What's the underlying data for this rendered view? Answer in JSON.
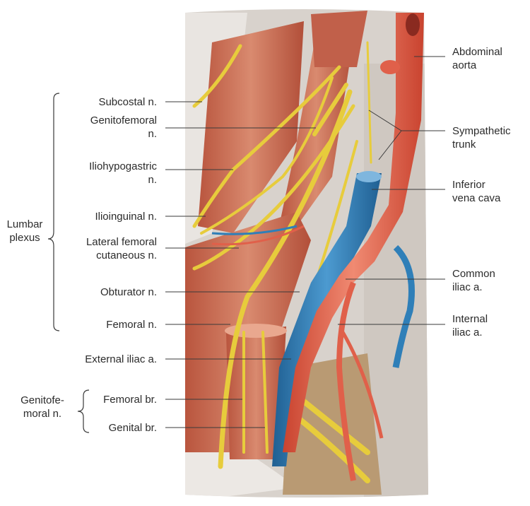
{
  "left_labels": {
    "subcostal": "Subcostal n.",
    "genitofemoral": "Genitofemoral\nn.",
    "iliohypogastric": "Iliohypogastric\nn.",
    "ilioinguinal": "Ilioinguinal n.",
    "lateral_femoral": "Lateral femoral\ncutaneous n.",
    "obturator": "Obturator n.",
    "femoral": "Femoral n.",
    "external_iliac": "External iliac a.",
    "femoral_br": "Femoral br.",
    "genital_br": "Genital br."
  },
  "groups": {
    "lumbar_plexus": "Lumbar\nplexus",
    "genitofemoral_nerve": "Genitofe-\nmoral n."
  },
  "right_labels": {
    "abdominal_aorta": "Abdominal\naorta",
    "sympathetic_trunk": "Sympathetic\ntrunk",
    "inferior_vena_cava": "Inferior\nvena cava",
    "common_iliac": "Common\niliac a.",
    "internal_iliac": "Internal\niliac a."
  },
  "colors": {
    "muscle": "#c96a52",
    "muscle_light": "#d98a6f",
    "nerve": "#e7cc3c",
    "artery": "#e0604a",
    "vein": "#2f7fb8",
    "bone": "#d9d4cf",
    "fascia": "#ece8e4"
  }
}
